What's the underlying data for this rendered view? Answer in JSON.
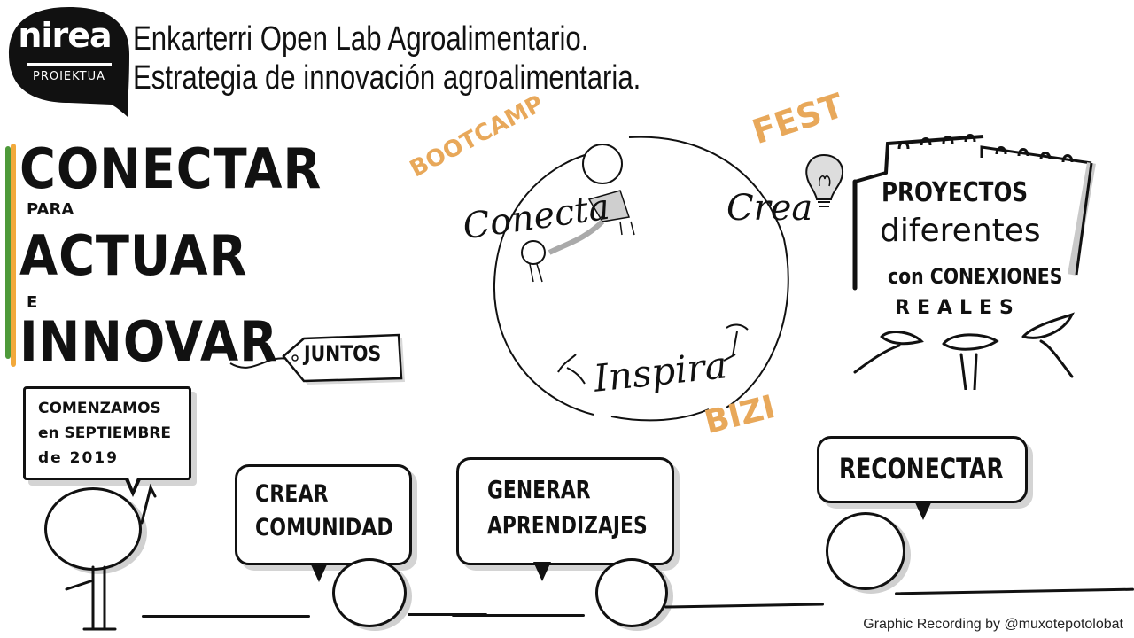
{
  "header": {
    "logo": {
      "name": "nirea",
      "subtitle": "PROIEKTUA"
    },
    "title_line1": "Enkarterri Open Lab Agroalimentario.",
    "title_line2": "Estrategia de innovación agroalimentaria."
  },
  "slogan": {
    "word1": "CONECTAR",
    "word2": "para",
    "word3": "ACTUAR",
    "word4": "e",
    "word5": "INNOVAR",
    "tag": "JUNTOS",
    "bar_colors": [
      "#4E9A3A",
      "#F2A93B"
    ]
  },
  "cycle": {
    "stages": [
      {
        "label": "Conecta",
        "event": "BOOTCAMP"
      },
      {
        "label": "Crea",
        "event": "FEST"
      },
      {
        "label": "Inspira",
        "event": "BIZI"
      }
    ],
    "accent_color": "#E8A85A"
  },
  "projects_note": {
    "line1": "PROYECTOS",
    "line2": "diferentes",
    "line3": "con CONEXIONES",
    "line4": "REALES"
  },
  "bubbles": [
    {
      "line1": "COMENZAMOS",
      "line2": "en SEPTIEMBRE",
      "line3": "de 2019"
    },
    {
      "line1": "CREAR",
      "line2": "COMUNIDAD"
    },
    {
      "line1": "GENERAR",
      "line2": "APRENDIZAJES"
    },
    {
      "line1": "RECONECTAR"
    }
  ],
  "credit": "Graphic Recording by @muxotepotolobat"
}
